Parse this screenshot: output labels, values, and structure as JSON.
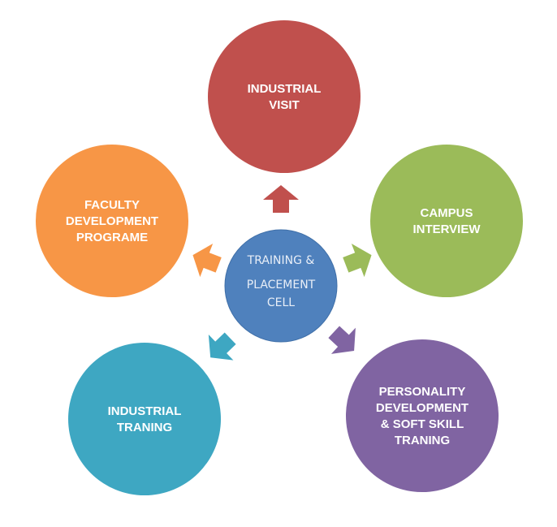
{
  "center": {
    "lines": [
      "TRAINING &",
      "PLACEMENT",
      "CELL"
    ],
    "color": "#4f81bd"
  },
  "nodes": [
    {
      "id": "industrial-visit",
      "lines": [
        "INDUSTRIAL",
        "VISIT"
      ],
      "color": "#c0504d"
    },
    {
      "id": "campus-interview",
      "lines": [
        "CAMPUS",
        "INTERVIEW"
      ],
      "color": "#9bbb59"
    },
    {
      "id": "personality-development",
      "lines": [
        "PERSONALITY",
        "DEVELOPMENT",
        "& SOFT SKILL",
        "TRANING"
      ],
      "color": "#8064a2"
    },
    {
      "id": "industrial-training",
      "lines": [
        "INDUSTRIAL",
        "TRANING"
      ],
      "color": "#3ea7c2"
    },
    {
      "id": "faculty-development",
      "lines": [
        "FACULTY",
        "DEVELOPMENT",
        "PROGRAME"
      ],
      "color": "#f79646"
    }
  ]
}
